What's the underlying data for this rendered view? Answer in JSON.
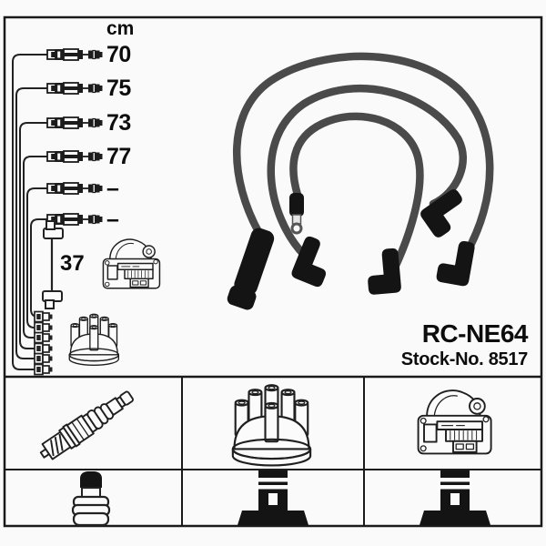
{
  "part": {
    "model": "RC-NE64",
    "stock": "Stock-No. 8517"
  },
  "measurements": {
    "unit": "cm",
    "lengths": [
      "70",
      "75",
      "73",
      "77",
      "–",
      "–"
    ],
    "coil_lead": "37"
  },
  "diagram_icons": {
    "schematic": "wire-set-schematic",
    "coil_drawing": "ignition-coil",
    "cap_drawing": "distributor-cap",
    "photo": "ignition-lead-set-photo"
  },
  "legend": {
    "row1": [
      "spark-plug",
      "distributor-cap",
      "ignition-coil"
    ],
    "row2": [
      "plug-connector",
      "coil-connector",
      "coil-connector"
    ]
  },
  "colors": {
    "line": "#1f1f1f",
    "cable_gray": "#4a4a4a",
    "boot_black": "#141414",
    "background": "#fafafa",
    "text": "#0d0d0d"
  }
}
